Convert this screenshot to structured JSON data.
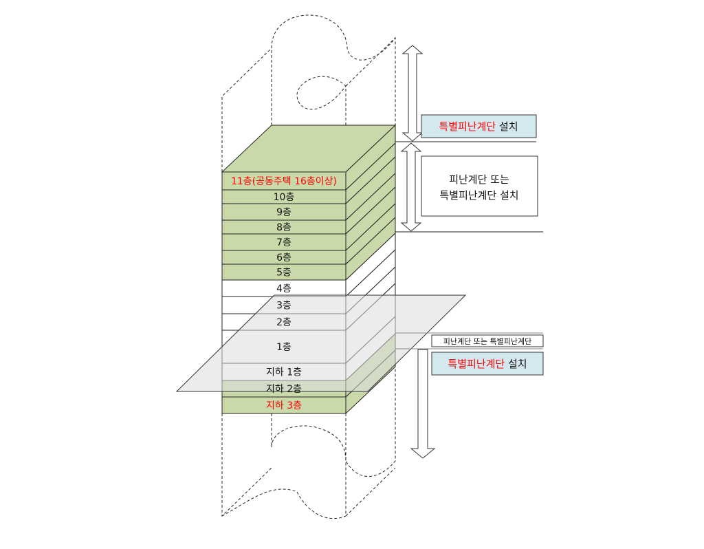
{
  "floors": [
    {
      "label": "11층(공동주택 16층이상)",
      "highlight": true,
      "green": true
    },
    {
      "label": "10층",
      "highlight": false,
      "green": true
    },
    {
      "label": "9층",
      "highlight": false,
      "green": true
    },
    {
      "label": "8층",
      "highlight": false,
      "green": true
    },
    {
      "label": "7층",
      "highlight": false,
      "green": true
    },
    {
      "label": "6층",
      "highlight": false,
      "green": true
    },
    {
      "label": "5층",
      "highlight": false,
      "green": true
    },
    {
      "label": "4층",
      "highlight": false,
      "green": false
    },
    {
      "label": "3층",
      "highlight": false,
      "green": false
    },
    {
      "label": "2층",
      "highlight": false,
      "green": false
    },
    {
      "label": "1층",
      "highlight": false,
      "green": false
    },
    {
      "label": "지하 1층",
      "highlight": false,
      "green": false
    },
    {
      "label": "지하 2층",
      "highlight": false,
      "green": true
    },
    {
      "label": "지하 3층",
      "highlight": true,
      "green": true
    }
  ],
  "labels": {
    "top_red": "특별피난계단",
    "top_black": " 설치",
    "mid_line1": "피난계단 또는",
    "mid_line2": "특별피난계단 설치",
    "ground_small": "피난계단 또는 특별피난계단",
    "bottom_red": "특별피난계단",
    "bottom_black": " 설치"
  },
  "colors": {
    "green": "#cad9aa",
    "blue_box": "#d4e9ef",
    "red": "#ff0000"
  }
}
